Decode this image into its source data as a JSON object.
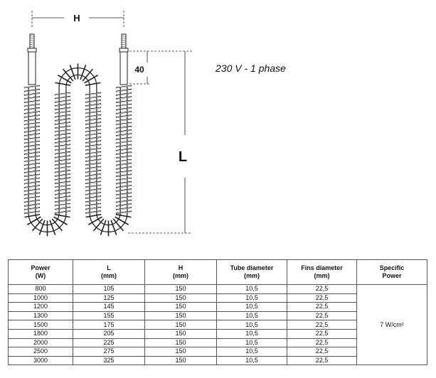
{
  "drawing": {
    "label_h": "H",
    "label_40": "40",
    "label_l": "L"
  },
  "phase_text": "230 V - 1 phase",
  "table": {
    "headers": [
      [
        "Power",
        "(W)"
      ],
      [
        "L",
        "(mm)"
      ],
      [
        "H",
        "(mm)"
      ],
      [
        "Tube diameter",
        "(mm)"
      ],
      [
        "Fins diameter",
        "(mm)"
      ],
      [
        "Specific",
        "Power"
      ]
    ],
    "rows": [
      [
        "800",
        "105",
        "150",
        "10,5",
        "22,5"
      ],
      [
        "1000",
        "125",
        "150",
        "10,5",
        "22,5"
      ],
      [
        "1200",
        "145",
        "150",
        "10,5",
        "22,5"
      ],
      [
        "1300",
        "155",
        "150",
        "10,5",
        "22,5"
      ],
      [
        "1500",
        "175",
        "150",
        "10,5",
        "22,5"
      ],
      [
        "1800",
        "205",
        "150",
        "10,5",
        "22,5"
      ],
      [
        "2000",
        "225",
        "150",
        "10,5",
        "22,5"
      ],
      [
        "2500",
        "275",
        "150",
        "10,5",
        "22,5"
      ],
      [
        "3000",
        "325",
        "150",
        "10,5",
        "22,5"
      ]
    ],
    "specific_power": "7 W/cm²"
  }
}
